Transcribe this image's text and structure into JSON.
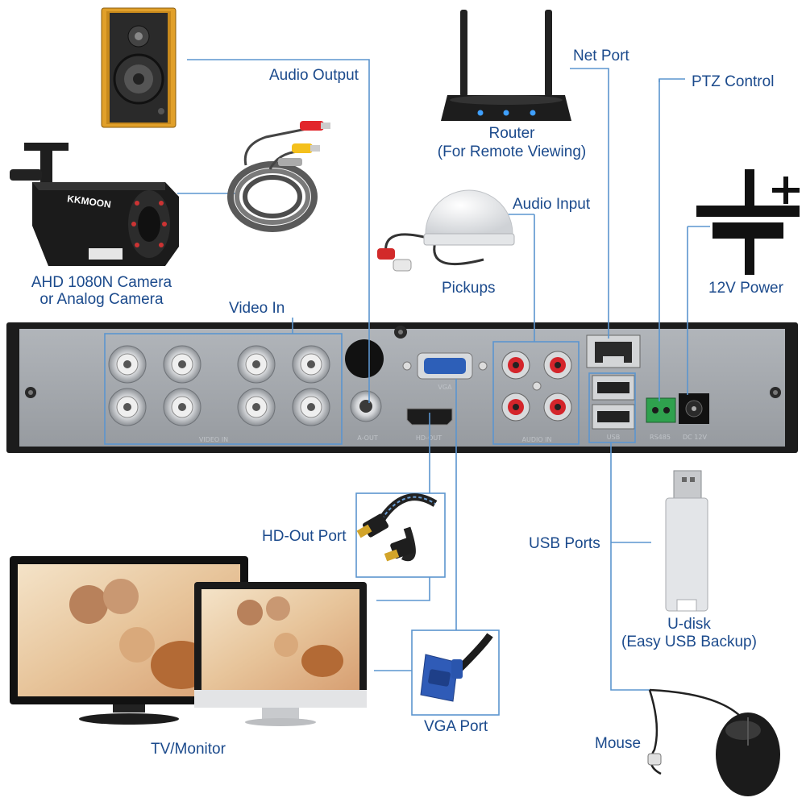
{
  "labels": {
    "audio_output": "Audio Output",
    "net_port": "Net Port",
    "ptz_control": "PTZ Control",
    "router": "Router",
    "router_sub": "(For Remote Viewing)",
    "audio_input": "Audio Input",
    "camera": "AHD 1080N Camera",
    "camera_sub": "or Analog Camera",
    "video_in": "Video In",
    "pickups": "Pickups",
    "power": "12V Power",
    "hd_out_port": "HD-Out Port",
    "usb_ports": "USB Ports",
    "udisk": "U-disk",
    "udisk_sub": "(Easy USB Backup)",
    "tv_monitor": "TV/Monitor",
    "vga_port": "VGA Port",
    "mouse": "Mouse"
  },
  "panel": {
    "video_in": "VIDEO IN",
    "audio_in": "AUDIO IN",
    "a_out": "A-OUT",
    "hd_out": "HD-OUT",
    "vga": "VGA",
    "usb": "USB",
    "rs485": "RS485",
    "dc12v": "DC 12V"
  },
  "brand": "KKMOON",
  "colors": {
    "label": "#1b4a8c",
    "leader": "#5b95cf",
    "panel": "#a4a8ad",
    "chassis": "#1c1c1c"
  }
}
